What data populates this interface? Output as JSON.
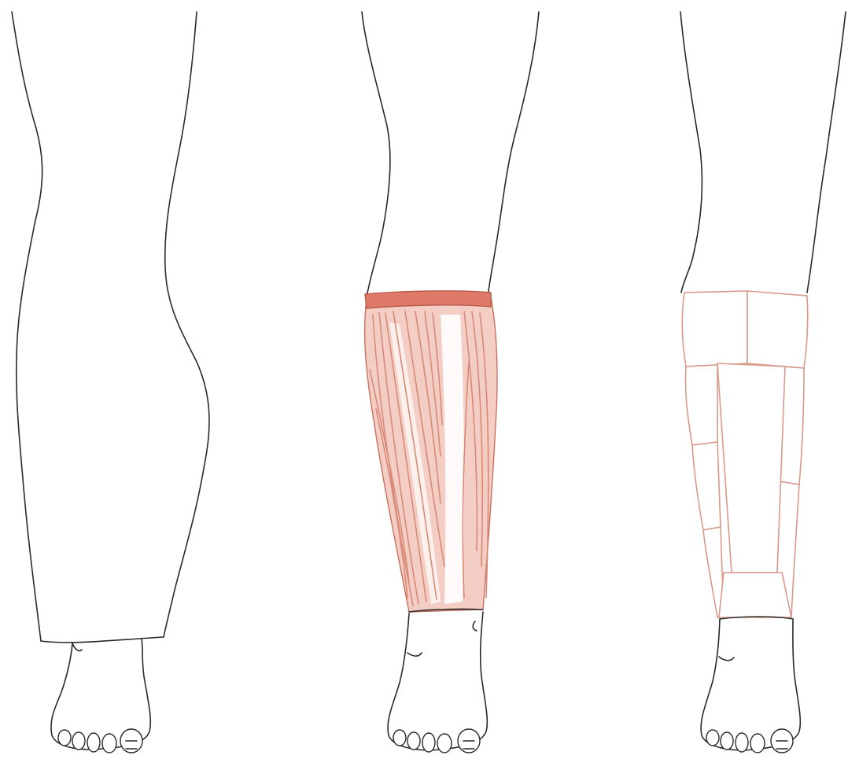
{
  "figure": {
    "panels": [
      {
        "id": "left",
        "depiction": "leg-outline"
      },
      {
        "id": "middle",
        "depiction": "leg-with-bandage"
      },
      {
        "id": "right",
        "depiction": "leg-with-padding"
      }
    ],
    "colors": {
      "outline": "#2a2a2a",
      "bandage_fill": "#f4cdc4",
      "bandage_stroke": "#c8705c",
      "bandage_fiber": "#d88a78",
      "pad_stroke": "#d9998a",
      "top_band": "#e07a68",
      "background": "#ffffff"
    }
  }
}
